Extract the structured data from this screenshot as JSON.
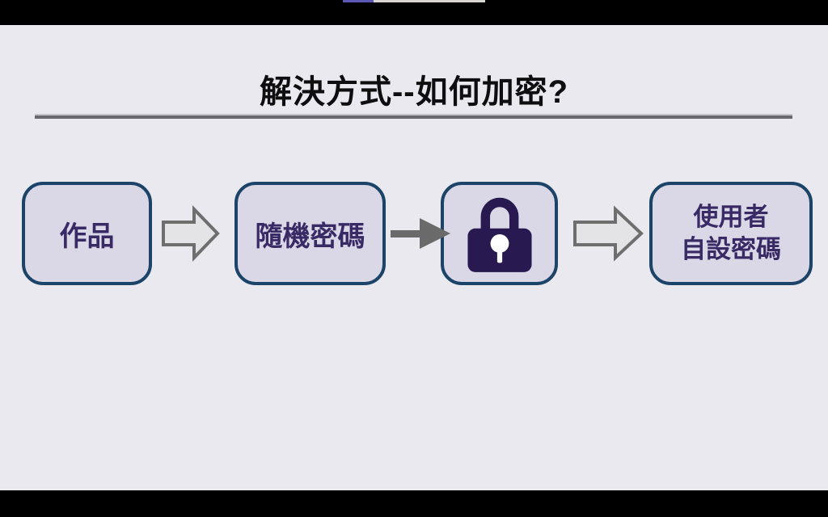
{
  "player": {
    "progress": {
      "track_color": "#d8d6d3",
      "played_color": "#5a57b5"
    }
  },
  "slide": {
    "title": "解決方式--如何加密?",
    "flow": {
      "boxes": [
        {
          "label": "作品"
        },
        {
          "label": "隨機密碼"
        },
        {
          "icon": "lock"
        },
        {
          "lines": [
            "使用者",
            "自設密碼"
          ]
        }
      ],
      "connectors": [
        {
          "type": "outline-block-arrow"
        },
        {
          "type": "solid-arrow"
        },
        {
          "type": "outline-block-arrow"
        }
      ]
    },
    "colors": {
      "slide_background": "#e9e9ef",
      "box_fill": "#dad8e6",
      "box_border": "#1c4468",
      "box_text": "#392a66",
      "title_text": "#0e0e10",
      "divider": "#68686e",
      "arrow_outline": "#6e6e6e",
      "arrow_fill": "#e4e4e6",
      "solid_arrow": "#6a6a6a",
      "lock": "#281a50",
      "keyhole": "#ffffff"
    }
  }
}
